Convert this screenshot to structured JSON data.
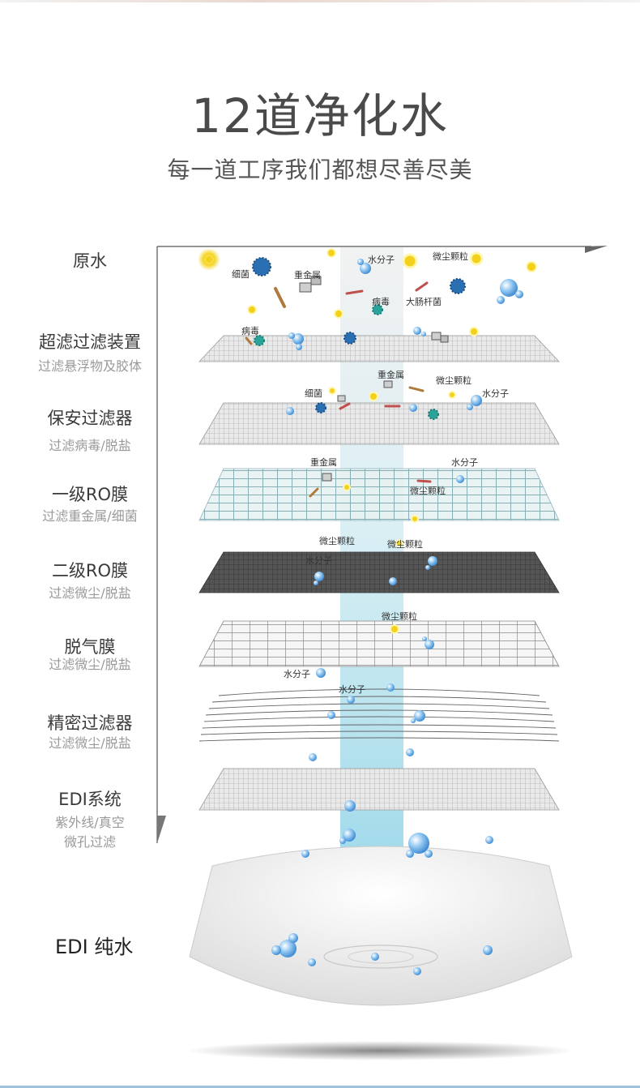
{
  "title": "12道净化水",
  "subtitle": "每一道工序我们都想尽善尽美",
  "stages": [
    {
      "name": "原水",
      "desc": ""
    },
    {
      "name": "超滤过滤装置",
      "desc": "过滤悬浮物及胶体"
    },
    {
      "name": "保安过滤器",
      "desc": "过滤病毒/脱盐"
    },
    {
      "name": "一级RO膜",
      "desc": "过滤重金属/细菌"
    },
    {
      "name": "二级RO膜",
      "desc": "过滤微尘/脱盐"
    },
    {
      "name": "脱气膜",
      "desc": "过滤微尘/脱盐"
    },
    {
      "name": "精密过滤器",
      "desc": "过滤微尘/脱盐"
    },
    {
      "name": "EDI系统",
      "desc": "紫外线/真空 微孔过滤"
    }
  ],
  "result": "EDI 纯水",
  "labels": {
    "water_molecule": "水分子",
    "dust": "微尘颗粒",
    "bacteria": "细菌",
    "heavy_metal": "重金属",
    "virus": "病毒",
    "ecoli": "大肠杆菌"
  },
  "colors": {
    "water": "#5aa9e6",
    "beam": "#bfe6f0",
    "dust": "#f2d21b",
    "bacteria": "#2a6fb0",
    "virus": "#2aa39a",
    "ecoli": "#c0504d"
  }
}
